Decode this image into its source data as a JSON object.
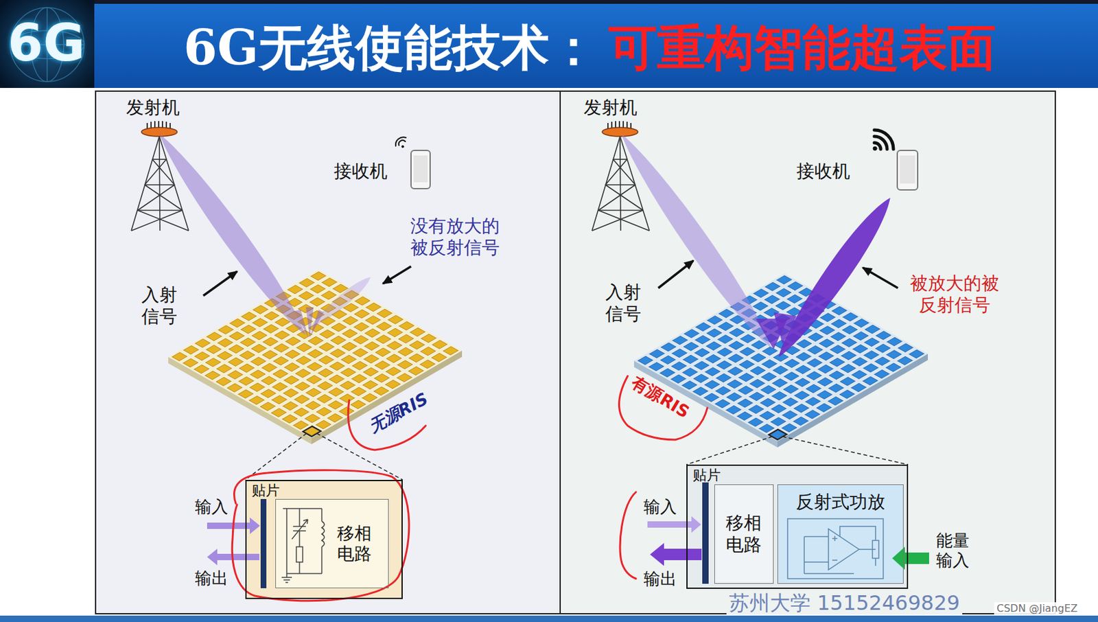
{
  "diagram": {
    "title": "6G无线使能技术：",
    "nodes": [
      {
        "text": [
          "贴片"
        ]
      },
      {
        "text": [
          "移相 电路"
        ],
        "in": 0
      },
      {
        "text": [
          "贴片"
        ]
      },
      {
        "text": [
          "移相 电路"
        ],
        "in": 2
      },
      {
        "text": [
          "反射式功放"
        ],
        "in": 2
      }
    ],
    "labels": [
      "6G",
      "可重构智能超表面",
      "发射机",
      "接收机",
      "没有放大的 被反射信号",
      "入射 信号",
      "无源RIS",
      "输入",
      "输出",
      "发射机",
      "接收机",
      "入射 信号",
      "被放大的被 反射信号",
      "有源RIS",
      "输入",
      "输出",
      "能量 输入",
      "苏州大学 15152469829",
      "CSDN @JiangEZ"
    ]
  }
}
